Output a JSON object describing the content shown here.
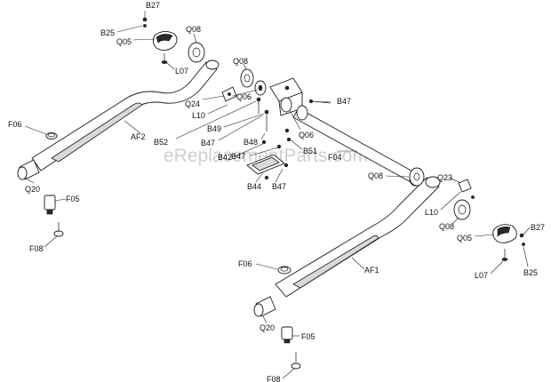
{
  "watermark": "eReplacementParts.com",
  "labels": {
    "B27_top": "B27",
    "B25_top": "B25",
    "Q05_top": "Q05",
    "Q08_top": "Q08",
    "L07_top": "L07",
    "Q08_mid": "Q08",
    "Q24": "Q24",
    "Q06_top": "Q06",
    "L10_top": "L10",
    "B47_top": "B47",
    "F06_left": "F06",
    "AF2": "AF2",
    "B52": "B52",
    "B49": "B49",
    "B47_mid": "B47",
    "B48": "B48",
    "Q06_mid": "Q06",
    "B42": "B42",
    "B47_low": "B47",
    "B51": "B51",
    "F04": "F04",
    "Q20_left": "Q20",
    "B44": "B44",
    "B47_bottom": "B47",
    "F05_left": "F05",
    "Q08_right": "Q08",
    "Q23": "Q23",
    "L10_right": "L10",
    "F08_left": "F08",
    "Q08_right_low": "Q08",
    "B27_right": "B27",
    "Q05_right": "Q05",
    "F06_right": "F06",
    "AF1": "AF1",
    "L07_right": "L07",
    "B25_right": "B25",
    "Q20_right": "Q20",
    "F05_right": "F05",
    "F08_bottom": "F08"
  }
}
